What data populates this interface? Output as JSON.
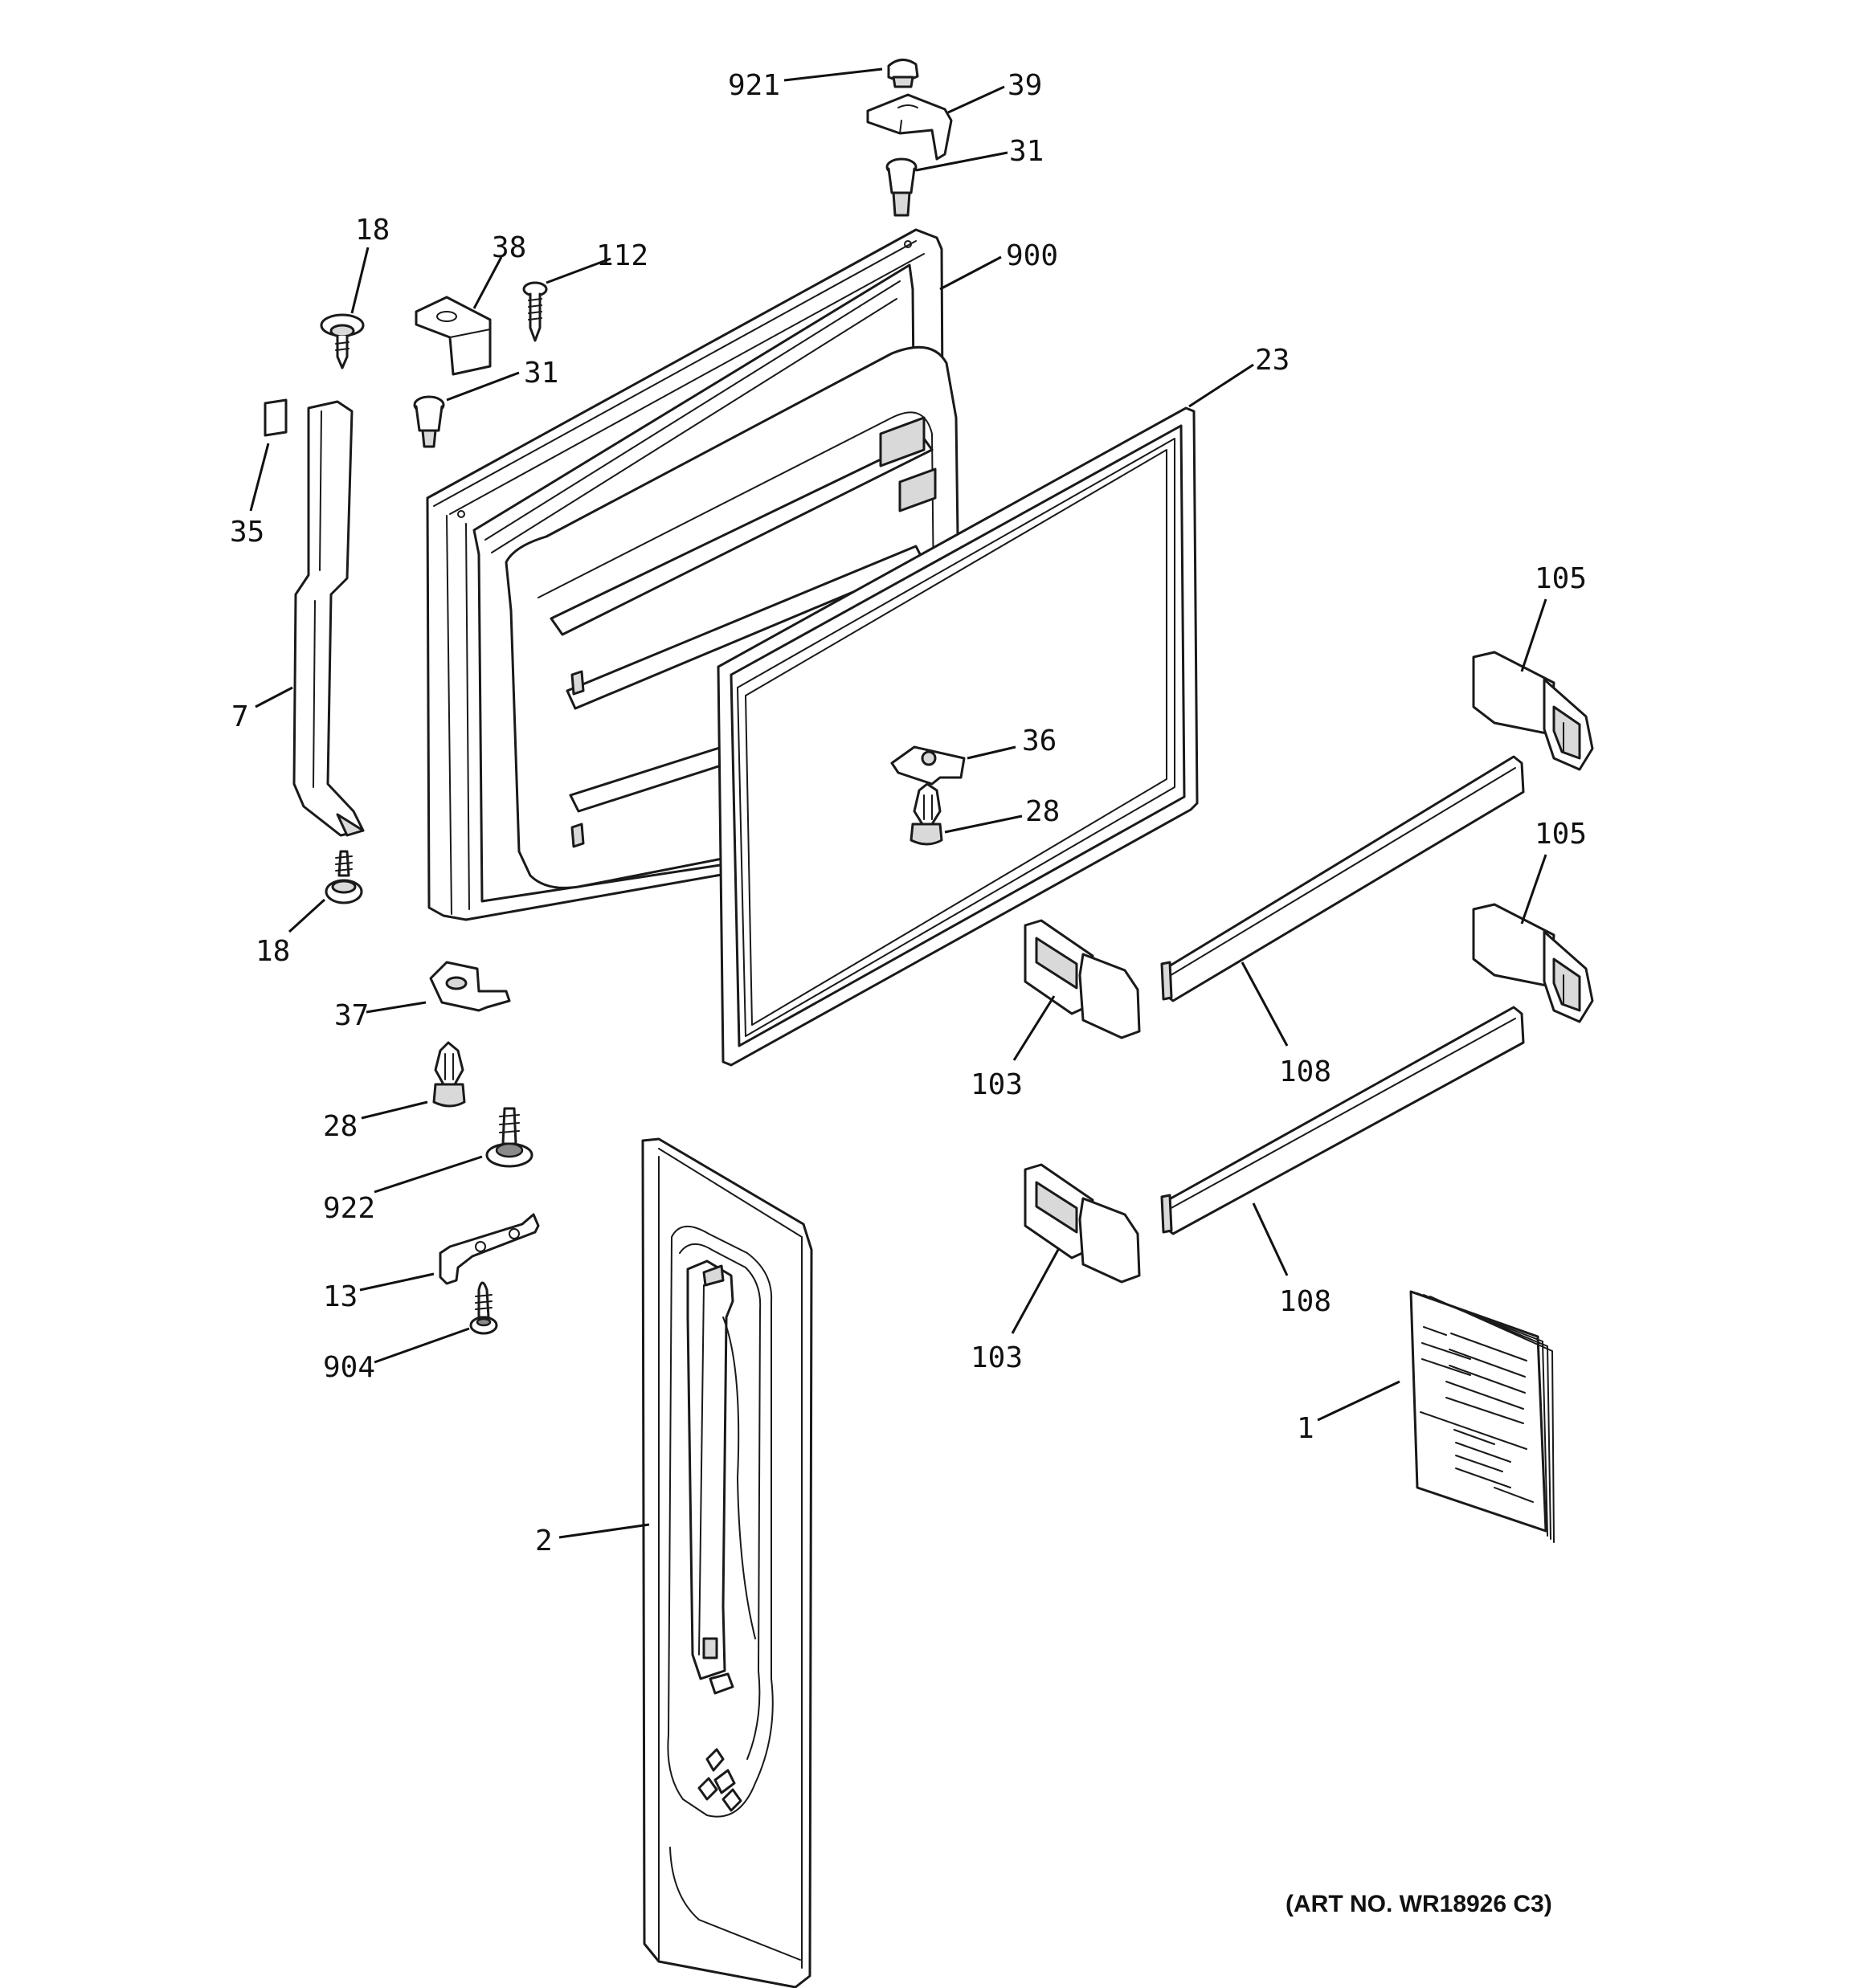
{
  "callouts": {
    "c921": "921",
    "c39": "39",
    "c31a": "31",
    "c18a": "18",
    "c38": "38",
    "c112": "112",
    "c900": "900",
    "c31b": "31",
    "c23": "23",
    "c35": "35",
    "c105a": "105",
    "c7": "7",
    "c36": "36",
    "c28a": "28",
    "c105b": "105",
    "c18b": "18",
    "c37": "37",
    "c103a": "103",
    "c108a": "108",
    "c28b": "28",
    "c922": "922",
    "c13": "13",
    "c108b": "108",
    "c904": "904",
    "c103b": "103",
    "c1": "1",
    "c2": "2"
  },
  "art_number": "(ART NO. WR18926 C3)"
}
